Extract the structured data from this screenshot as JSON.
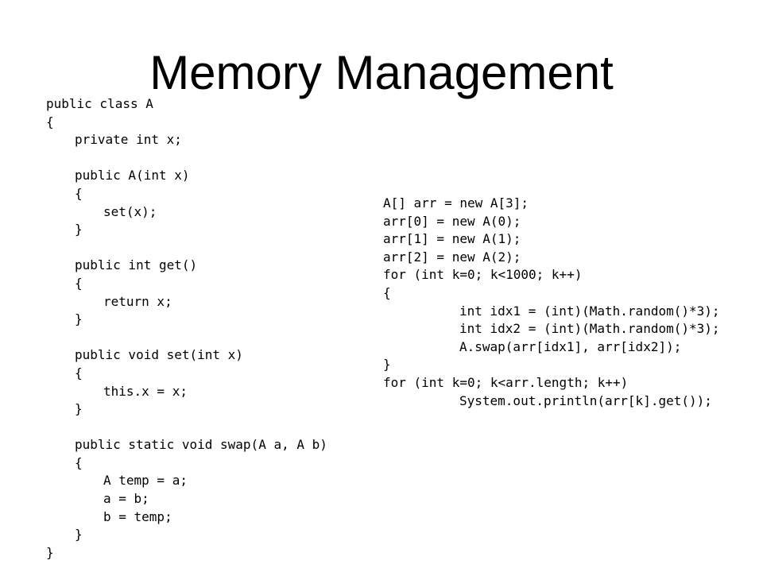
{
  "slide": {
    "title": "Memory Management",
    "class_code": [
      "public class A",
      "{",
      "\tprivate int x;",
      "",
      "\tpublic A(int x)",
      "\t{",
      "\t\tset(x);",
      "\t}",
      "",
      "\tpublic int get()",
      "\t{",
      "\t\treturn x;",
      "\t}",
      "",
      "\tpublic void set(int x)",
      "\t{",
      "\t\tthis.x = x;",
      "\t}",
      "",
      "\tpublic static void swap(A a, A b)",
      "\t{",
      "\t\tA temp = a;",
      "\t\ta = b;",
      "\t\tb = temp;",
      "\t}",
      "}"
    ],
    "main_code": [
      "A[] arr = new A[3];",
      "arr[0] = new A(0);",
      "arr[1] = new A(1);",
      "arr[2] = new A(2);",
      "for (int k=0; k<1000; k++)",
      "{",
      "\t\tint idx1 = (int)(Math.random()*3);",
      "\t\tint idx2 = (int)(Math.random()*3);",
      "\t\tA.swap(arr[idx1], arr[idx2]);",
      "}",
      "for (int k=0; k<arr.length; k++)",
      "\t\tSystem.out.println(arr[k].get());"
    ]
  }
}
